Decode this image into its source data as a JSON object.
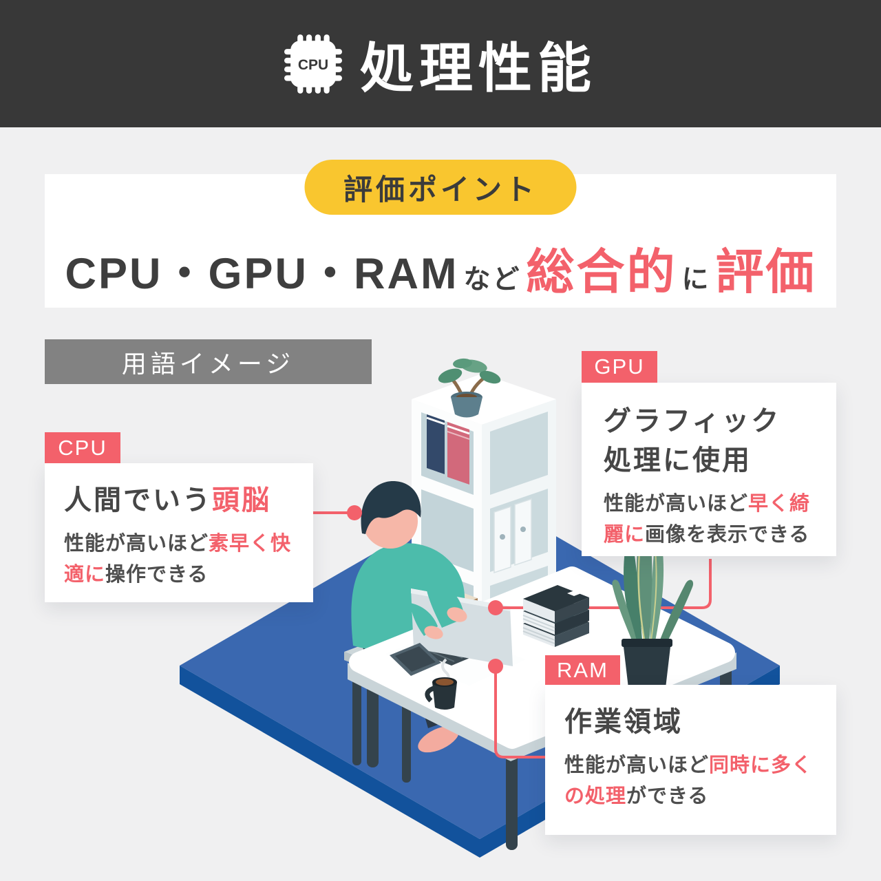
{
  "header": {
    "title": "処理性能",
    "chip_label": "CPU"
  },
  "evaluation": {
    "badge": "評価ポイント",
    "headline": [
      [
        {
          "t": "CPU・GPU・RAM",
          "size": "lg"
        },
        {
          "t": "など",
          "size": "sm"
        },
        {
          "t": "総合的",
          "size": "xl",
          "red": true
        },
        {
          "t": "に",
          "size": "sm"
        },
        {
          "t": "評価",
          "size": "xl",
          "red": true
        }
      ]
    ]
  },
  "section_label": "用語イメージ",
  "callouts": {
    "cpu": {
      "tag": "CPU",
      "title": [
        [
          {
            "t": "人間でいう"
          },
          {
            "t": "頭脳",
            "red": true
          }
        ]
      ],
      "body": [
        [
          {
            "t": "性能が高いほど"
          },
          {
            "t": "素早く快",
            "red": true
          }
        ],
        [
          {
            "t": "適に",
            "red": true
          },
          {
            "t": "操作できる"
          }
        ]
      ]
    },
    "gpu": {
      "tag": "GPU",
      "title": [
        [
          {
            "t": "グラフィック"
          }
        ],
        [
          {
            "t": "処理に使用"
          }
        ]
      ],
      "body": [
        [
          {
            "t": "性能が高いほど"
          },
          {
            "t": "早く綺",
            "red": true
          }
        ],
        [
          {
            "t": "麗に",
            "red": true
          },
          {
            "t": "画像を表示できる"
          }
        ]
      ]
    },
    "ram": {
      "tag": "RAM",
      "title": [
        [
          {
            "t": "作業領域"
          }
        ]
      ],
      "body": [
        [
          {
            "t": "性能が高いほど"
          },
          {
            "t": "同時に多く",
            "red": true
          }
        ],
        [
          {
            "t": "の処理",
            "red": true
          },
          {
            "t": "ができる"
          }
        ]
      ]
    }
  },
  "illustration": {
    "description": "Person in a teal sweater typing on a laptop at a white desk on a blue rug, beside a white cube bookshelf with books, binders and a plant, a snake plant, smartphone, coffee mug and stacked books"
  },
  "colors": {
    "accent_red": "#f3616b",
    "badge_yellow": "#f9c62f",
    "header_dark": "#383838",
    "section_label_gray": "#828282",
    "floor_blue": "#3a68b0",
    "sweater_teal": "#4cbcab"
  }
}
